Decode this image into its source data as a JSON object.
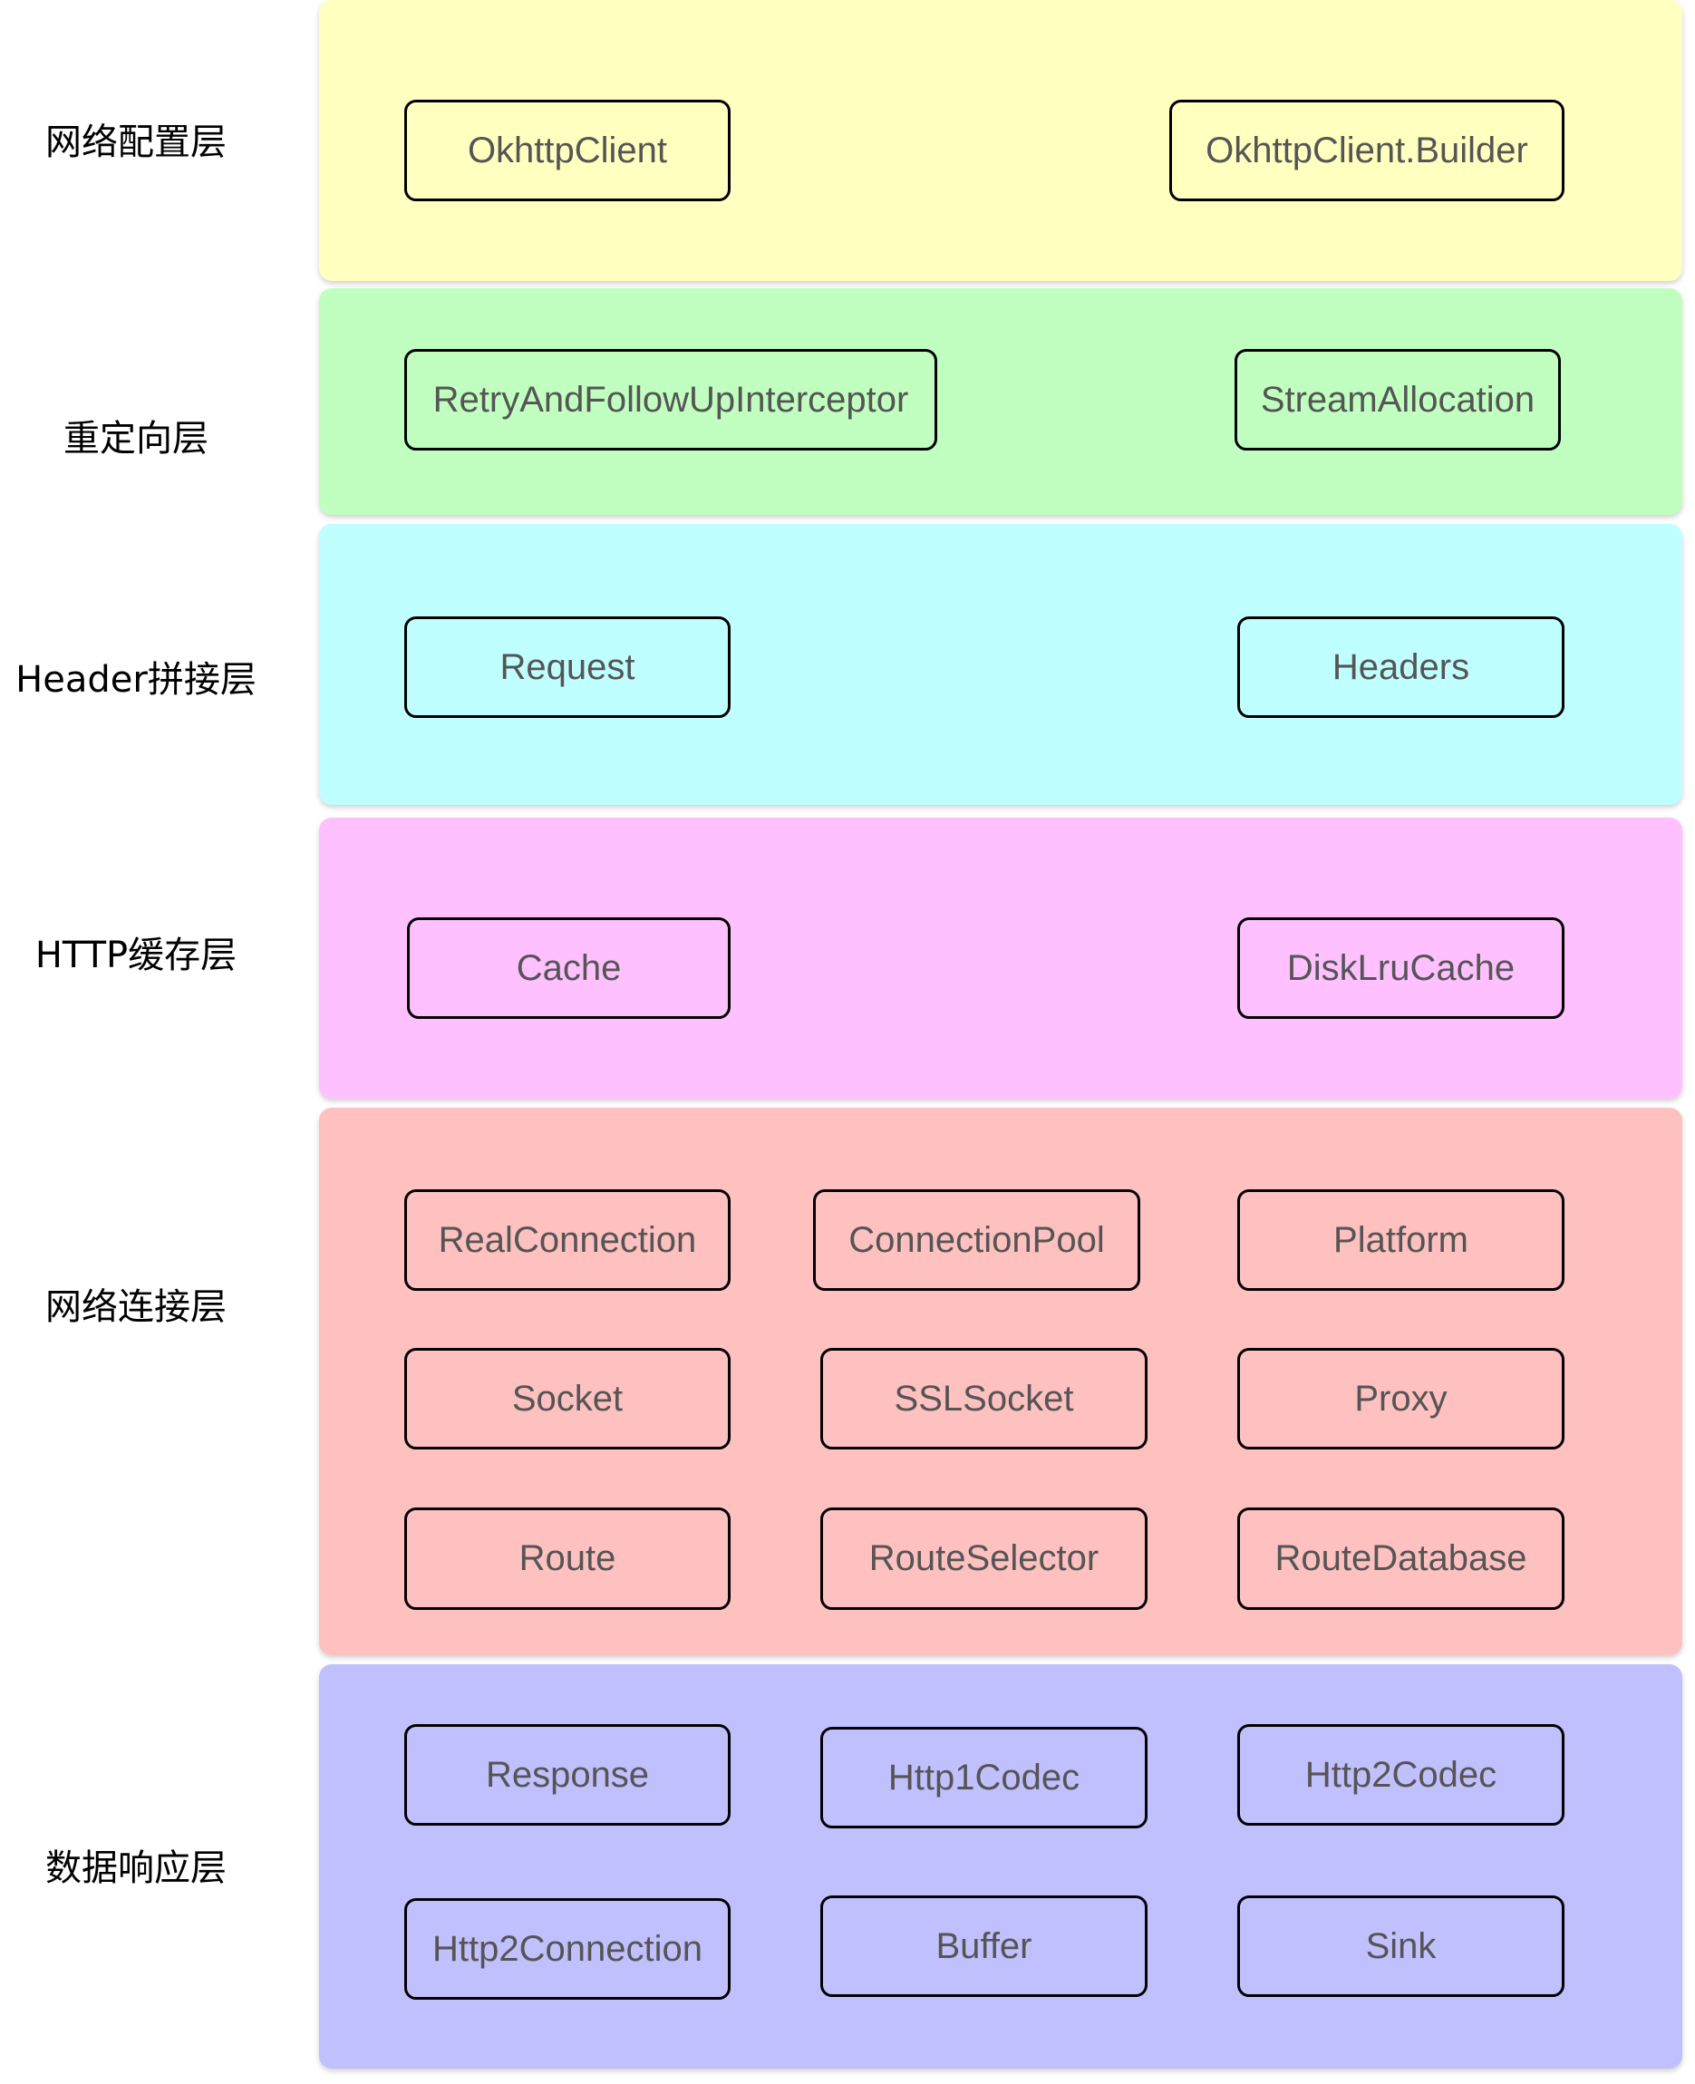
{
  "layers": [
    {
      "label": "网络配置层",
      "color": "#FFFFC0",
      "nodes": [
        "OkhttpClient",
        "OkhttpClient.Builder"
      ]
    },
    {
      "label": "重定向层",
      "color": "#C0FFC0",
      "nodes": [
        "RetryAndFollowUpInterceptor",
        "StreamAllocation"
      ]
    },
    {
      "label": "Header拼接层",
      "color": "#C0FFFF",
      "nodes": [
        "Request",
        "Headers"
      ]
    },
    {
      "label": "HTTP缓存层",
      "color": "#FFC0FF",
      "nodes": [
        "Cache",
        "DiskLruCache"
      ]
    },
    {
      "label": "网络连接层",
      "color": "#FFC0C0",
      "nodes": [
        "RealConnection",
        "ConnectionPool",
        "Platform",
        "Socket",
        "SSLSocket",
        "Proxy",
        "Route",
        "RouteSelector",
        "RouteDatabase"
      ]
    },
    {
      "label": "数据响应层",
      "color": "#C0C0FF",
      "nodes": [
        "Response",
        "Http1Codec",
        "Http2Codec",
        "Http2Connection",
        "Buffer",
        "Sink"
      ]
    }
  ]
}
